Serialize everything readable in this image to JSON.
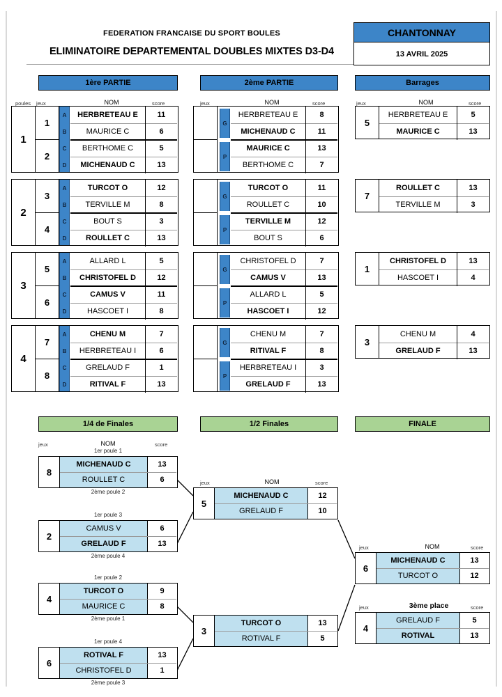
{
  "header": {
    "federation": "FEDERATION FRANCAISE DU SPORT BOULES",
    "title": "ELIMINATOIRE DEPARTEMENTAL DOUBLES MIXTES D3-D4",
    "city": "CHANTONNAY",
    "date": "13 AVRIL 2025"
  },
  "banners": {
    "partie1": "1ère PARTIE",
    "partie2": "2ème PARTIE",
    "barrages": "Barrages",
    "quarts": "1/4 de Finales",
    "demis": "1/2 Finales",
    "finale": "FINALE"
  },
  "captions": {
    "poules": "poules",
    "jeux": "jeux",
    "nom": "NOM",
    "score": "score",
    "troisieme_place": "3ème place"
  },
  "partie1": {
    "poules": [
      {
        "poule": "1",
        "games": [
          {
            "jeu": "1",
            "rows": [
              {
                "letter": "A",
                "name": "HERBRETEAU E",
                "score": "11",
                "winner": true
              },
              {
                "letter": "B",
                "name": "MAURICE C",
                "score": "6",
                "winner": false
              }
            ]
          },
          {
            "jeu": "2",
            "rows": [
              {
                "letter": "C",
                "name": "BERTHOME C",
                "score": "5",
                "winner": false
              },
              {
                "letter": "D",
                "name": "MICHENAUD C",
                "score": "13",
                "winner": true
              }
            ]
          }
        ]
      },
      {
        "poule": "2",
        "games": [
          {
            "jeu": "3",
            "rows": [
              {
                "letter": "A",
                "name": "TURCOT O",
                "score": "12",
                "winner": true
              },
              {
                "letter": "B",
                "name": "TERVILLE M",
                "score": "8",
                "winner": false
              }
            ]
          },
          {
            "jeu": "4",
            "rows": [
              {
                "letter": "C",
                "name": "BOUT S",
                "score": "3",
                "winner": false
              },
              {
                "letter": "D",
                "name": "ROULLET C",
                "score": "13",
                "winner": true
              }
            ]
          }
        ]
      },
      {
        "poule": "3",
        "games": [
          {
            "jeu": "5",
            "rows": [
              {
                "letter": "A",
                "name": "ALLARD L",
                "score": "5",
                "winner": false
              },
              {
                "letter": "B",
                "name": "CHRISTOFEL D",
                "score": "12",
                "winner": true
              }
            ]
          },
          {
            "jeu": "6",
            "rows": [
              {
                "letter": "C",
                "name": "CAMUS V",
                "score": "11",
                "winner": true
              },
              {
                "letter": "D",
                "name": "HASCOET I",
                "score": "8",
                "winner": false
              }
            ]
          }
        ]
      },
      {
        "poule": "4",
        "games": [
          {
            "jeu": "7",
            "rows": [
              {
                "letter": "A",
                "name": "CHENU M",
                "score": "7",
                "winner": true
              },
              {
                "letter": "B",
                "name": "HERBRETEAU I",
                "score": "6",
                "winner": false
              }
            ]
          },
          {
            "jeu": "8",
            "rows": [
              {
                "letter": "C",
                "name": "GRELAUD F",
                "score": "1",
                "winner": false
              },
              {
                "letter": "D",
                "name": "RITIVAL F",
                "score": "13",
                "winner": true
              }
            ]
          }
        ]
      }
    ]
  },
  "partie2": {
    "poules": [
      {
        "games": [
          {
            "jeu": "",
            "rows": [
              {
                "letter": "G",
                "name": "HERBRETEAU E",
                "score": "8",
                "winner": false
              },
              {
                "letter": "",
                "name": "MICHENAUD C",
                "score": "11",
                "winner": true
              }
            ]
          },
          {
            "jeu": "",
            "rows": [
              {
                "letter": "P",
                "name": "MAURICE C",
                "score": "13",
                "winner": true
              },
              {
                "letter": "",
                "name": "BERTHOME C",
                "score": "7",
                "winner": false
              }
            ]
          }
        ]
      },
      {
        "games": [
          {
            "jeu": "",
            "rows": [
              {
                "letter": "G",
                "name": "TURCOT O",
                "score": "11",
                "winner": true
              },
              {
                "letter": "",
                "name": "ROULLET C",
                "score": "10",
                "winner": false
              }
            ]
          },
          {
            "jeu": "",
            "rows": [
              {
                "letter": "P",
                "name": "TERVILLE M",
                "score": "12",
                "winner": true
              },
              {
                "letter": "",
                "name": "BOUT S",
                "score": "6",
                "winner": false
              }
            ]
          }
        ]
      },
      {
        "games": [
          {
            "jeu": "",
            "rows": [
              {
                "letter": "G",
                "name": "CHRISTOFEL D",
                "score": "7",
                "winner": false
              },
              {
                "letter": "",
                "name": "CAMUS V",
                "score": "13",
                "winner": true
              }
            ]
          },
          {
            "jeu": "",
            "rows": [
              {
                "letter": "P",
                "name": "ALLARD L",
                "score": "5",
                "winner": false
              },
              {
                "letter": "",
                "name": "HASCOET I",
                "score": "12",
                "winner": true
              }
            ]
          }
        ]
      },
      {
        "games": [
          {
            "jeu": "",
            "rows": [
              {
                "letter": "G",
                "name": "CHENU M",
                "score": "7",
                "winner": false
              },
              {
                "letter": "",
                "name": "RITIVAL F",
                "score": "8",
                "winner": true
              }
            ]
          },
          {
            "jeu": "",
            "rows": [
              {
                "letter": "P",
                "name": "HERBRETEAU I",
                "score": "3",
                "winner": false
              },
              {
                "letter": "",
                "name": "GRELAUD F",
                "score": "13",
                "winner": true
              }
            ]
          }
        ]
      }
    ]
  },
  "barrages": [
    {
      "jeu": "5",
      "rows": [
        {
          "name": "HERBRETEAU E",
          "score": "5",
          "winner": false
        },
        {
          "name": "MAURICE C",
          "score": "13",
          "winner": true
        }
      ]
    },
    {
      "jeu": "7",
      "rows": [
        {
          "name": "ROULLET C",
          "score": "13",
          "winner": true
        },
        {
          "name": "TERVILLE M",
          "score": "3",
          "winner": false
        }
      ]
    },
    {
      "jeu": "1",
      "rows": [
        {
          "name": "CHRISTOFEL D",
          "score": "13",
          "winner": true
        },
        {
          "name": "HASCOET I",
          "score": "4",
          "winner": false
        }
      ]
    },
    {
      "jeu": "3",
      "rows": [
        {
          "name": "CHENU M",
          "score": "4",
          "winner": false
        },
        {
          "name": "GRELAUD F",
          "score": "13",
          "winner": true
        }
      ]
    }
  ],
  "quarts": [
    {
      "jeu": "8",
      "top_note": "1er poule 1",
      "bottom_note": "2ème poule 2",
      "rows": [
        {
          "name": "MICHENAUD C",
          "score": "13",
          "winner": true
        },
        {
          "name": "ROULLET C",
          "score": "6",
          "winner": false
        }
      ]
    },
    {
      "jeu": "2",
      "top_note": "1er poule 3",
      "bottom_note": "2ème poule 4",
      "rows": [
        {
          "name": "CAMUS V",
          "score": "6",
          "winner": false
        },
        {
          "name": "GRELAUD F",
          "score": "13",
          "winner": true
        }
      ]
    },
    {
      "jeu": "4",
      "top_note": "1er poule 2",
      "bottom_note": "2ème poule 1",
      "rows": [
        {
          "name": "TURCOT O",
          "score": "9",
          "winner": true
        },
        {
          "name": "MAURICE C",
          "score": "8",
          "winner": false
        }
      ]
    },
    {
      "jeu": "6",
      "top_note": "1er poule 4",
      "bottom_note": "2ème poule 3",
      "rows": [
        {
          "name": "ROTIVAL F",
          "score": "13",
          "winner": true
        },
        {
          "name": "CHRISTOFEL D",
          "score": "1",
          "winner": false
        }
      ]
    }
  ],
  "demis": [
    {
      "jeu": "5",
      "rows": [
        {
          "name": "MICHENAUD C",
          "score": "12",
          "winner": true
        },
        {
          "name": "GRELAUD F",
          "score": "10",
          "winner": false
        }
      ]
    },
    {
      "jeu": "3",
      "rows": [
        {
          "name": "TURCOT O",
          "score": "13",
          "winner": true
        },
        {
          "name": "ROTIVAL F",
          "score": "5",
          "winner": false
        }
      ]
    }
  ],
  "finale": {
    "jeu": "6",
    "rows": [
      {
        "name": "MICHENAUD C",
        "score": "13",
        "winner": true
      },
      {
        "name": "TURCOT O",
        "score": "12",
        "winner": false
      }
    ]
  },
  "petite_finale": {
    "jeu": "4",
    "rows": [
      {
        "name": "GRELAUD F",
        "score": "5",
        "winner": false
      },
      {
        "name": "ROTIVAL",
        "score": "13",
        "winner": true
      }
    ]
  },
  "colors": {
    "header_blue": "#3d85c8",
    "section_green": "#a9d394",
    "match_blue": "#bfe0ef"
  }
}
